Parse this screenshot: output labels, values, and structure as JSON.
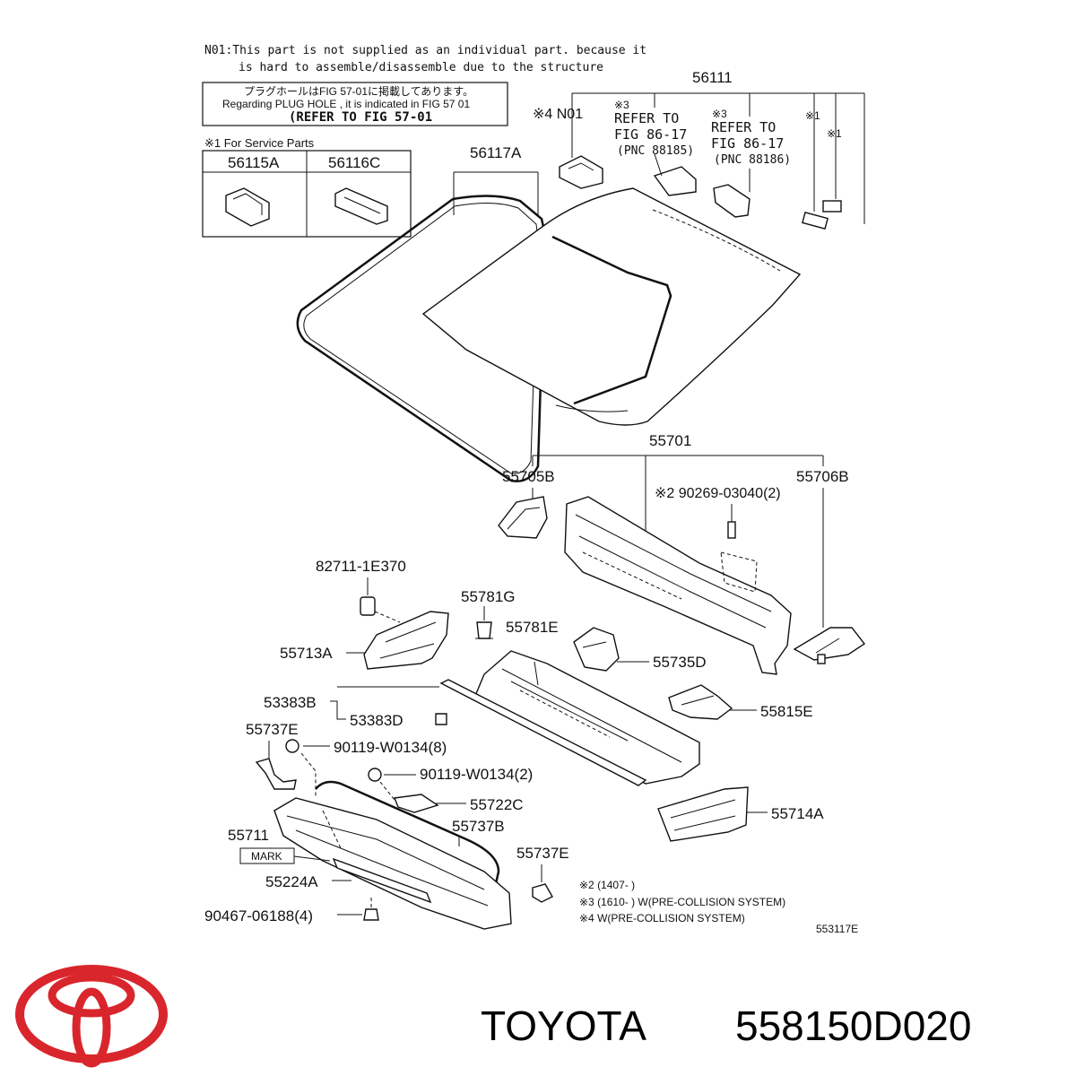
{
  "header_note": {
    "line1": "N01:This part is not supplied as an individual part.  because it",
    "line2": "is hard to assemble/disassemble due to the structure"
  },
  "plug_hole_box": {
    "jp": "プラグホールはFIG 57-01に掲載してあります。",
    "en": "Regarding  PLUG  HOLE , it is indicated in FIG  57  01",
    "refer": "(REFER  TO  FIG 57-01"
  },
  "service_parts": {
    "title": "※1 For Service Parts",
    "col1": "56115A",
    "col2": "56116C"
  },
  "labels": {
    "p56111": "56111",
    "p56117a": "56117A",
    "n01": "※4 N01",
    "ref1_mark": "※3",
    "ref1_l1": "REFER  TO",
    "ref1_l2": "FIG  86-17",
    "ref1_l3": "(PNC  88185)",
    "ref2_mark": "※3",
    "ref2_l1": "REFER  TO",
    "ref2_l2": "FIG  86-17",
    "ref2_l3": "(PNC  88186)",
    "mark1a": "※1",
    "mark1b": "※1",
    "p55701": "55701",
    "p55705b": "55705B",
    "p55706b": "55706B",
    "p90269": "※2  90269-03040(2)",
    "p82711": "82711-1E370",
    "p55781g": "55781G",
    "p55781e": "55781E",
    "p55713a": "55713A",
    "p55735d": "55735D",
    "p53383b": "53383B",
    "p53383d": "53383D",
    "p55815e": "55815E",
    "p55737e_a": "55737E",
    "p90119_8": "90119-W0134(8)",
    "p90119_2": "90119-W0134(2)",
    "p55722c": "55722C",
    "p55737b": "55737B",
    "p55714a": "55714A",
    "p55711": "55711",
    "mark_tag": "MARK",
    "p55224a": "55224A",
    "p55737e_b": "55737E",
    "p90467": "90467-06188(4)",
    "fig_id": "553117E"
  },
  "footnotes": {
    "f1": "※2 (1407-        )",
    "f2": "※3 (1610-        ) W(PRE-COLLISION SYSTEM)",
    "f3": "※4 W(PRE-COLLISION SYSTEM)"
  },
  "branding": {
    "brand": "TOYOTA",
    "part_number": "558150D020",
    "logo_color": "#d9262c"
  }
}
